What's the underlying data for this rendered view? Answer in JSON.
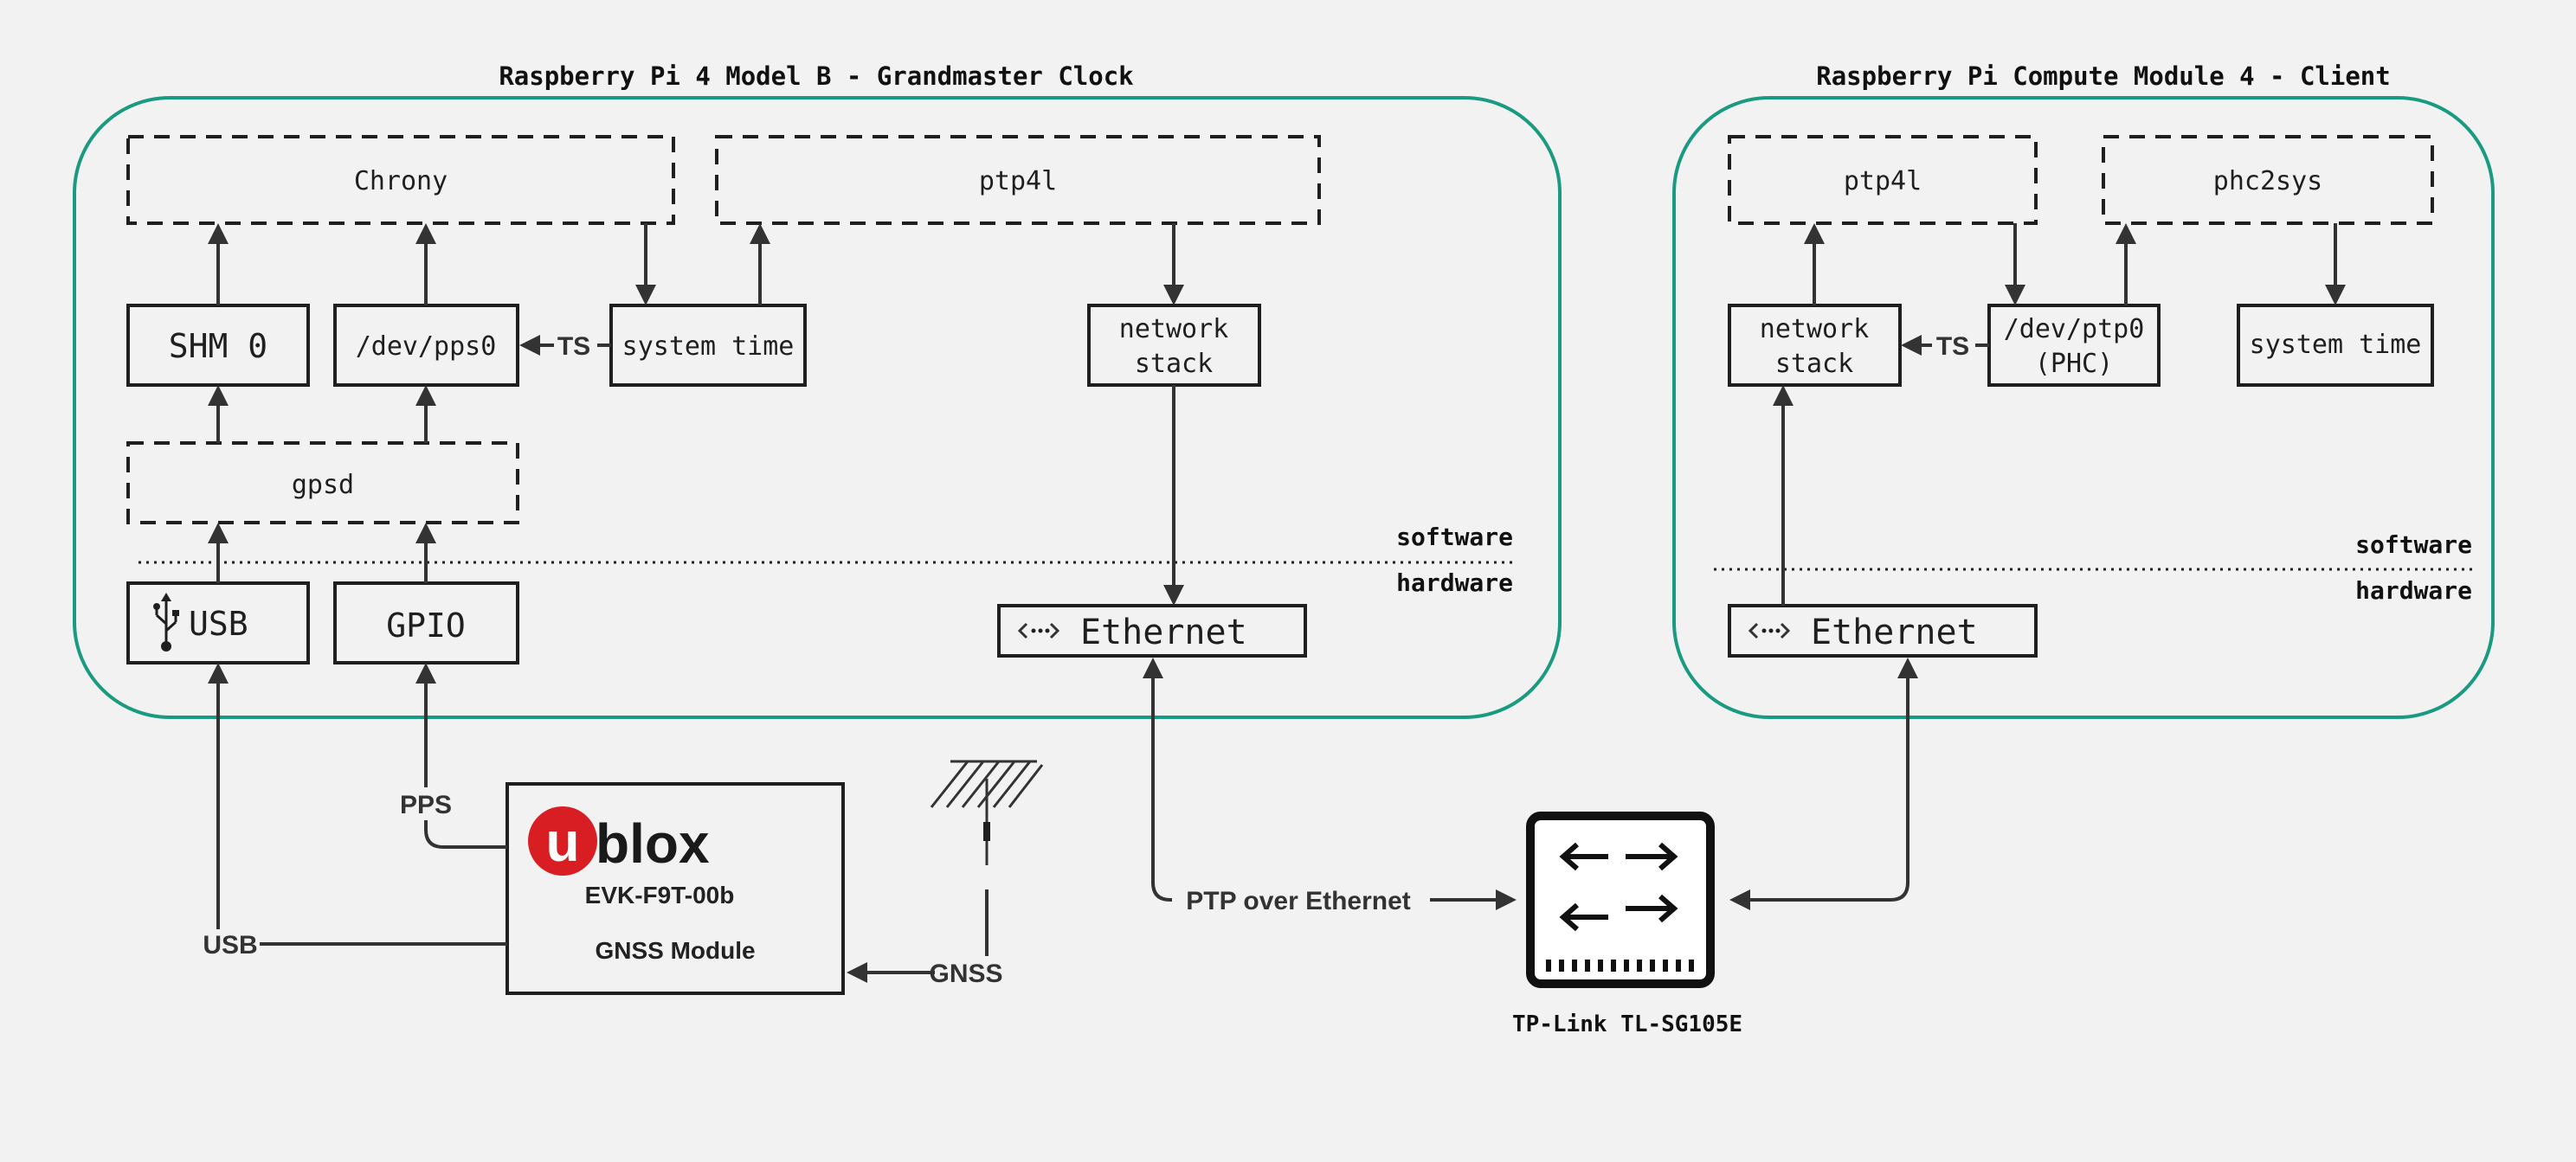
{
  "grandmaster": {
    "title": "Raspberry Pi 4 Model B - Grandmaster Clock",
    "chrony": "Chrony",
    "ptp4l": "ptp4l",
    "shm": "SHM 0",
    "pps_dev": "/dev/pps0",
    "ts": "TS",
    "system_time": "system time",
    "network_stack_1": "network",
    "network_stack_2": "stack",
    "gpsd": "gpsd",
    "software": "software",
    "hardware": "hardware",
    "usb": "USB",
    "gpio": "GPIO",
    "ethernet": "Ethernet"
  },
  "client": {
    "title": "Raspberry Pi Compute Module 4 - Client",
    "ptp4l": "ptp4l",
    "phc2sys": "phc2sys",
    "network_stack_1": "network",
    "network_stack_2": "stack",
    "ts": "TS",
    "ptp_dev_1": "/dev/ptp0",
    "ptp_dev_2": "(PHC)",
    "system_time": "system time",
    "software": "software",
    "hardware": "hardware",
    "ethernet": "Ethernet"
  },
  "gnss_module": {
    "logo_u": "u",
    "logo_rest": "blox",
    "model": "EVK-F9T-00b",
    "name": "GNSS Module"
  },
  "links": {
    "pps": "PPS",
    "usb": "USB",
    "gnss": "GNSS",
    "ptp": "PTP  over Ethernet"
  },
  "switch": {
    "name": "TP-Link TL-SG105E"
  },
  "colors": {
    "group_border": "#1a9a80",
    "ublox_red": "#d81e23",
    "line": "#333333"
  },
  "icons": [
    "usb-icon",
    "ethernet-icon",
    "antenna-icon",
    "network-switch-icon"
  ]
}
